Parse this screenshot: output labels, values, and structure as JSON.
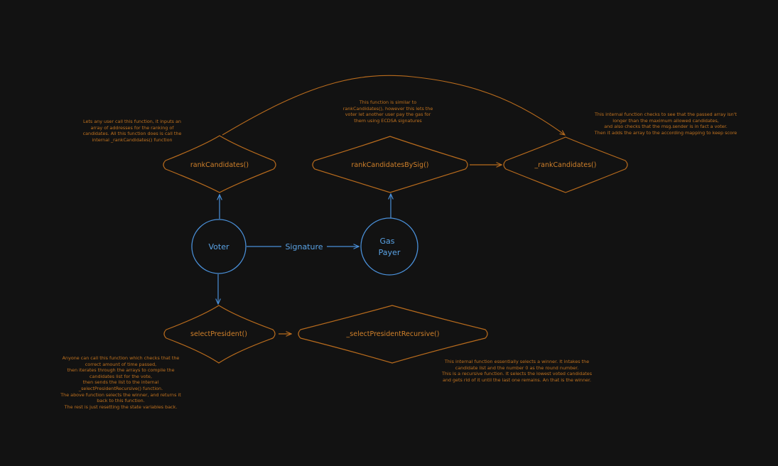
{
  "colors": {
    "background": "#121212",
    "orange": "#b86b1d",
    "blue": "#4a90d9"
  },
  "nodes": {
    "rank_candidates": "rankCandidates()",
    "rank_candidates_by_sig": "rankCandidatesBySig()",
    "internal_rank_candidates": "_rankCandidates()",
    "voter": "Voter",
    "gas_payer_1": "Gas",
    "gas_payer_2": "Payer",
    "select_president": "selectPresident()",
    "select_president_recursive": "_selectPresidentRecursive()"
  },
  "edges": {
    "signature": "Signature"
  },
  "notes": {
    "rank_candidates": [
      "Lets any user call this function, it inputs an",
      "array of addresses for the ranking of",
      "candidates. All this function does is call the",
      "internal _rankCandidates() function"
    ],
    "rank_candidates_by_sig": [
      "This function is similar to",
      "rankCandidates(), however this lets the",
      "voter let another user pay the gas for",
      "them using ECDSA signatures"
    ],
    "internal_rank_candidates": [
      "This internal function checks to see that the passed array isn't",
      "longer than the maximum allowed candidates,",
      "and also checks that the msg.sender is in fact a voter.",
      "Then it adds the array to the according mapping to keep score"
    ],
    "select_president": [
      "Anyone can call this function which checks that the",
      "correct amount of time passed,",
      "then iterates through the arrays to compile the",
      "candidates list for the vote,",
      "then sends the list to the internal",
      "_selectPresidentRecursive() function.",
      "The above function selects the winner, and returns it",
      "back to this function.",
      "The rest is just resetting the state variables back."
    ],
    "select_president_recursive": [
      "This internal function essentially selects a winner. It intakes the",
      "candidate list and the number 0 as the round number.",
      "This is a recursive function. It selects the lowest voted candidates",
      "and gets rid of it until the last one remains. An that is the winner."
    ]
  }
}
